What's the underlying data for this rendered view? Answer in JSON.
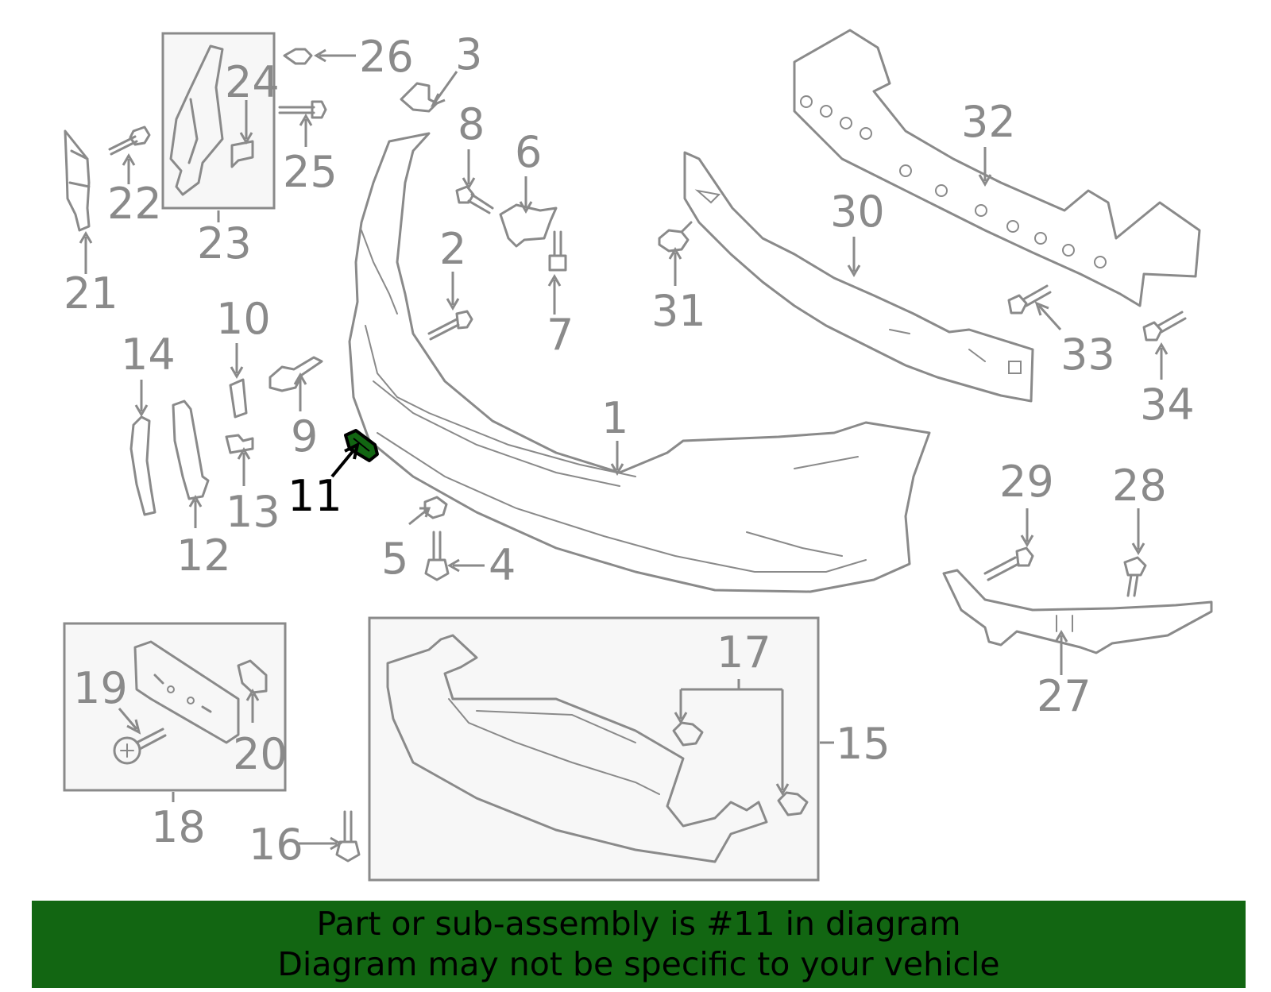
{
  "highlight_color": "#126612",
  "line_color": "#8a8a8a",
  "highlighted_part": "11",
  "callouts": {
    "p1": "1",
    "p2": "2",
    "p3": "3",
    "p4": "4",
    "p5": "5",
    "p6": "6",
    "p7": "7",
    "p8": "8",
    "p9": "9",
    "p10": "10",
    "p11": "11",
    "p12": "12",
    "p13": "13",
    "p14": "14",
    "p15": "15",
    "p16": "16",
    "p17": "17",
    "p18": "18",
    "p19": "19",
    "p20": "20",
    "p21": "21",
    "p22": "22",
    "p23": "23",
    "p24": "24",
    "p25": "25",
    "p26": "26",
    "p27": "27",
    "p28": "28",
    "p29": "29",
    "p30": "30",
    "p31": "31",
    "p32": "32",
    "p33": "33",
    "p34": "34"
  },
  "banner": {
    "line1": "Part or sub-assembly is #11 in diagram",
    "line2": "Diagram may not be specific to your vehicle"
  }
}
